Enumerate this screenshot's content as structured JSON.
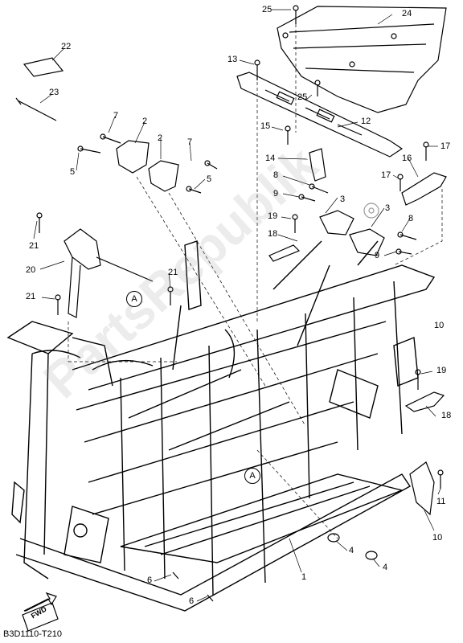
{
  "diagram_code": "B3D1110-T210",
  "fwd_label": "FWD",
  "ref_mark": "A",
  "watermark_text": "PartsRepublik",
  "callouts": {
    "c1": "1",
    "c2a": "2",
    "c2b": "2",
    "c3a": "3",
    "c3b": "3",
    "c4a": "4",
    "c4b": "4",
    "c5a": "5",
    "c5b": "5",
    "c6a": "6",
    "c6b": "6",
    "c7a": "7",
    "c7b": "7",
    "c8a": "8",
    "c8b": "8",
    "c9a": "9",
    "c9b": "9",
    "c10": "10",
    "c11": "11",
    "c12": "12",
    "c13": "13",
    "c14": "14",
    "c15": "15",
    "c16": "16",
    "c17a": "17",
    "c17b": "17",
    "c18a": "18",
    "c18b": "18",
    "c19a": "19",
    "c19b": "19",
    "c20": "20",
    "c21a": "21",
    "c21b": "21",
    "c21c": "21",
    "c22": "22",
    "c23": "23",
    "c24": "24",
    "c25a": "25",
    "c25b": "25"
  }
}
